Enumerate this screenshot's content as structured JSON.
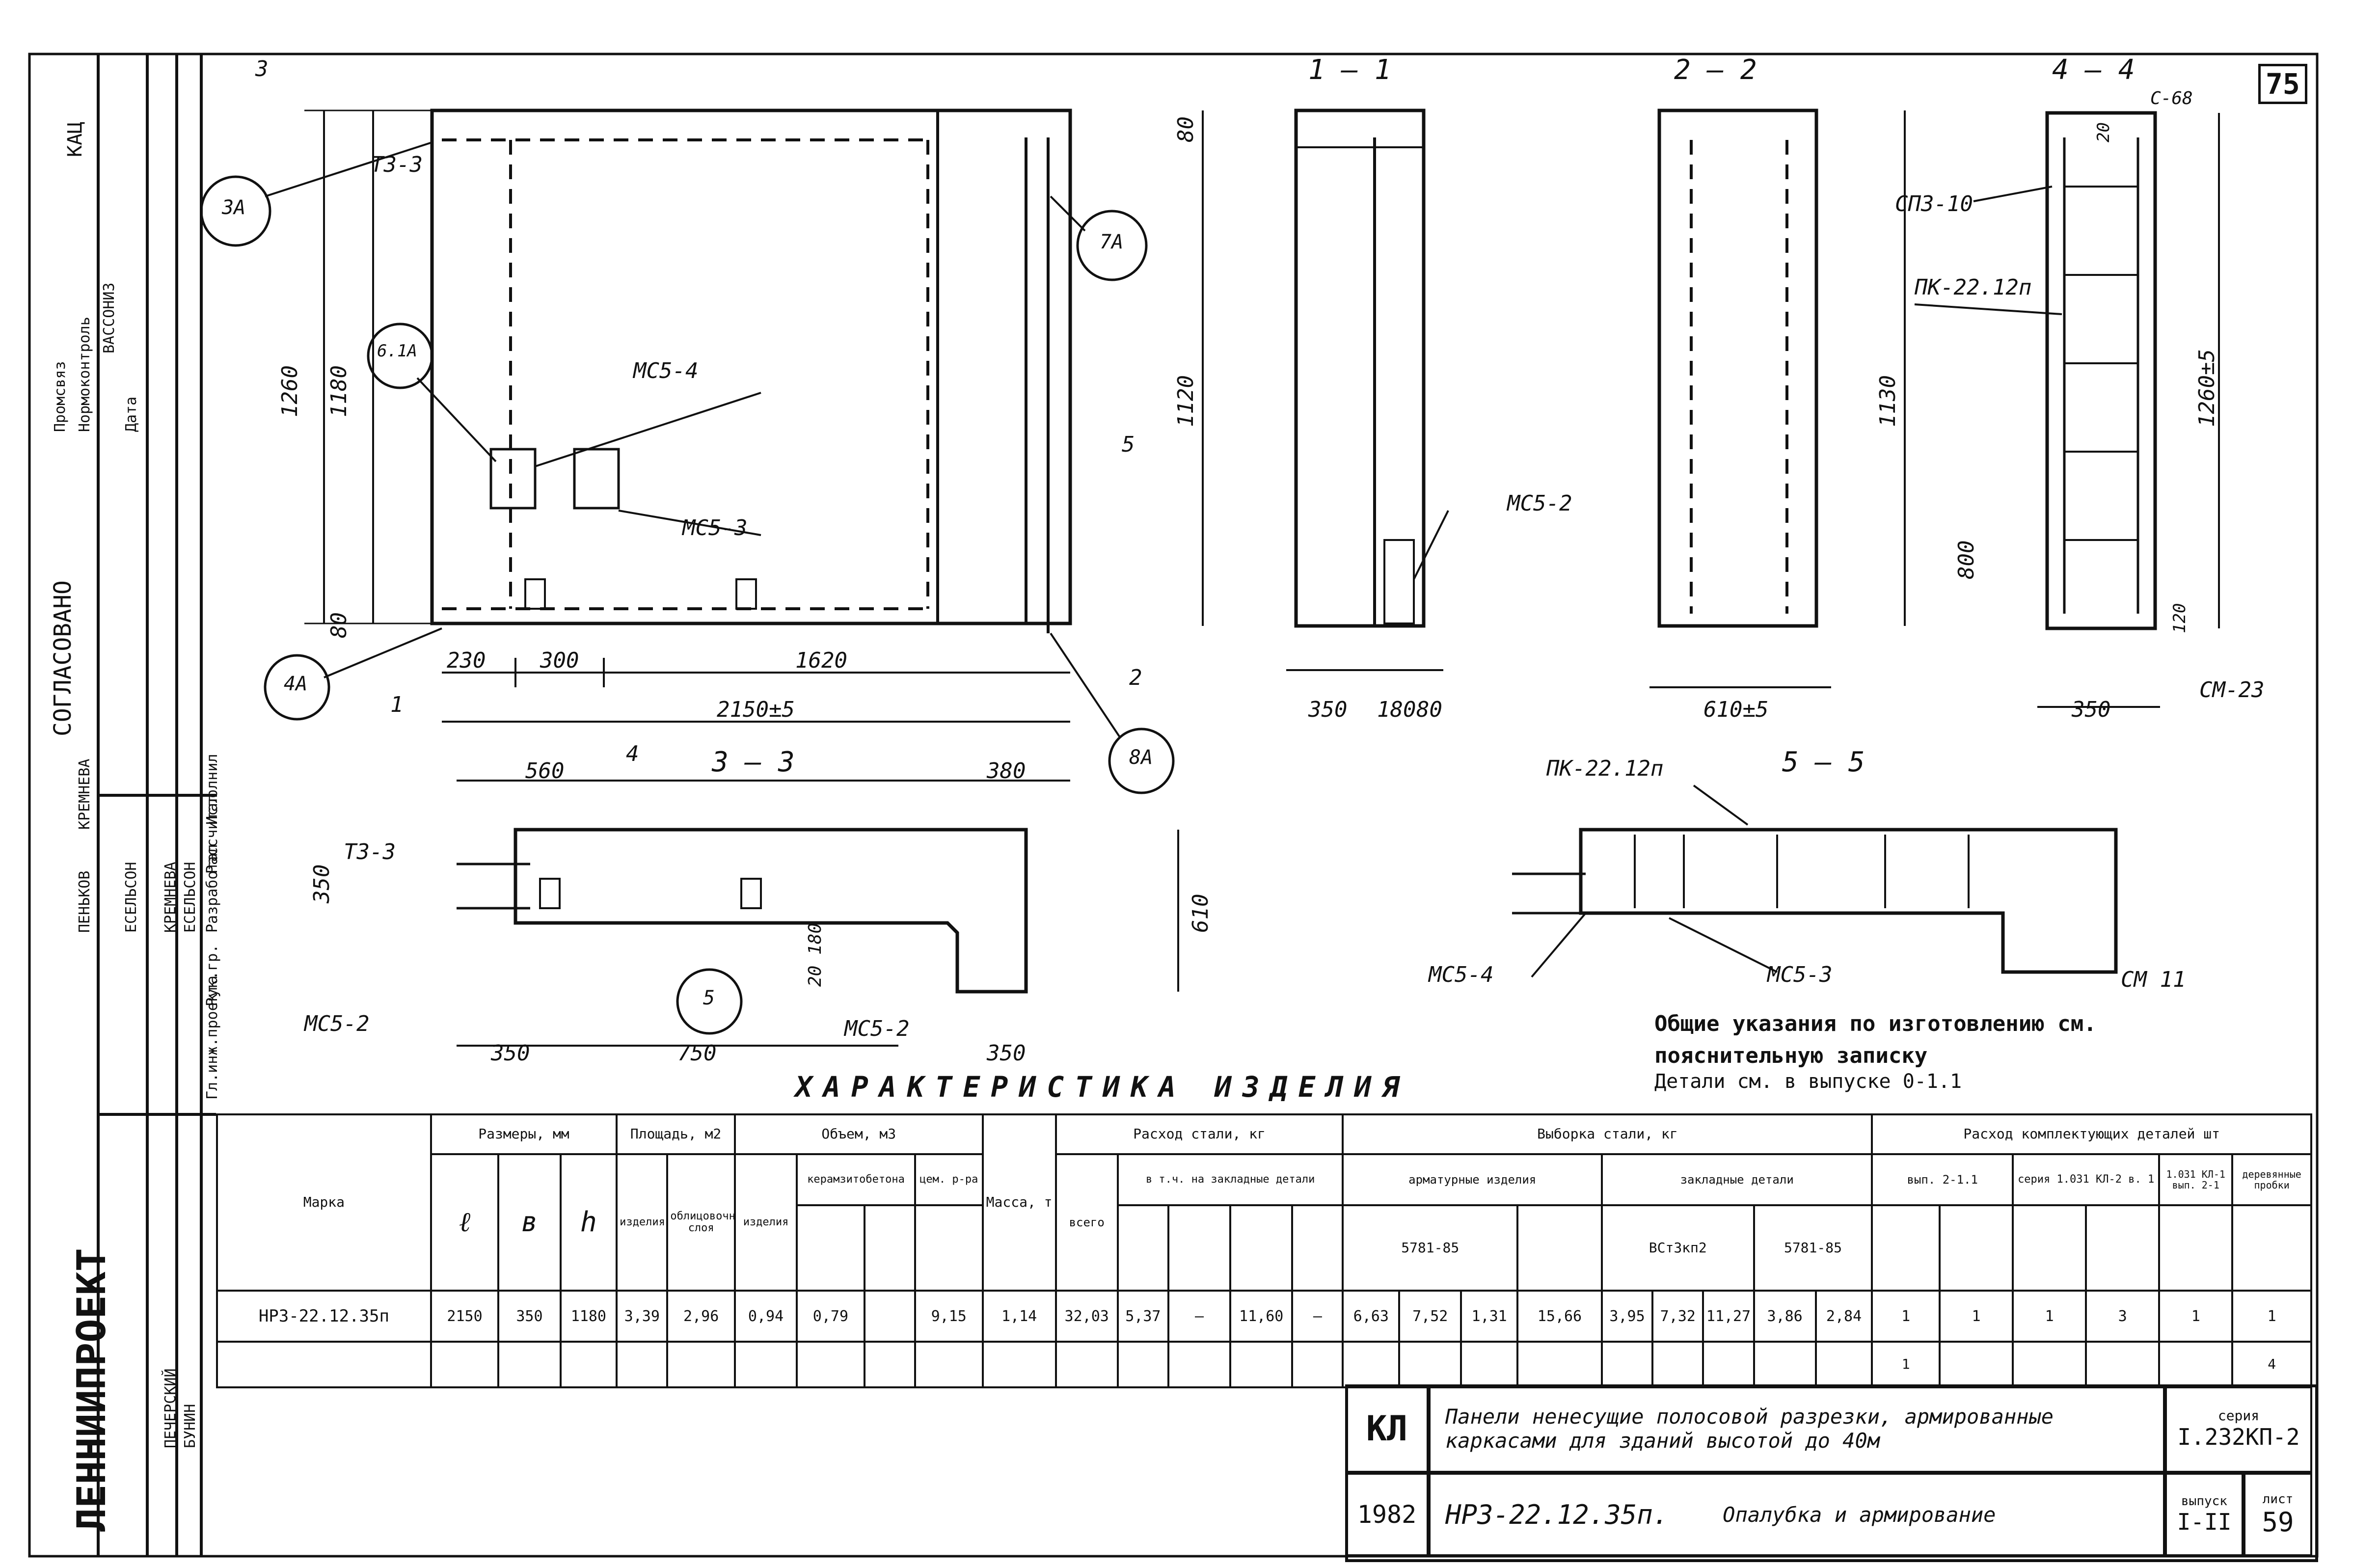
{
  "sheet_number_corner": "75",
  "side_stamp": {
    "org": "ЛЕННИИПРОЕКТ",
    "agreed": "СОГЛАСОВАНО",
    "roles": [
      "Гл.инж.проекта",
      "Рук.гр.",
      "Разработал",
      "Рассчитал",
      "Исполнил"
    ],
    "names": [
      "ПЕНЬКОВ",
      "КРЕМНЕВА",
      "ЕСЕЛЬСОН",
      "КРЕМНЕВА",
      "ЕСЕЛЬСОН",
      "ПЕЧЕРСКИЙ",
      "БУНИН"
    ],
    "extra": [
      "Промсвяз",
      "Нормоконтроль",
      "КАЦ",
      "ВАССОНИЗ",
      "Дата"
    ]
  },
  "sections": {
    "s11": "1 — 1",
    "s22": "2 — 2",
    "s44": "4 — 4",
    "s33": "3 — 3",
    "s55": "5 — 5",
    "cut1": "1",
    "cut2": "2",
    "cut3": "3",
    "cut4": "4",
    "cut5": "5"
  },
  "labels": {
    "t33a": "ТЗ-3",
    "t33b": "ТЗ-3",
    "mc54": "МС5-4",
    "mc53": "МС5-3",
    "mc52a": "МС5-2",
    "mc52b": "МС5-2",
    "mc52c": "МС5-2",
    "mc54b": "МС5-4",
    "mc53b": "МС5-3",
    "sp310": "СПЗ-10",
    "pk2212a": "ПК-22.12п",
    "pk2212b": "ПК-22.12п",
    "sm23": "СМ-23",
    "sm11": "СМ 11",
    "s68": "С-68",
    "call3a": "3А",
    "call61a": "6.1А",
    "call7a": "7А",
    "call4a": "4А",
    "call8a": "8А",
    "call5": "5"
  },
  "dims": {
    "d1260": "1260",
    "d1180": "1180",
    "d80a": "80",
    "d80b": "80",
    "d230": "230",
    "d300": "300",
    "d1620": "1620",
    "d2150": "2150±5",
    "d1120": "1120",
    "d1130": "1130",
    "d350a": "350",
    "d180a": "180",
    "d80c": "80",
    "d610a": "610±5",
    "d1260b": "1260±5",
    "d800": "800",
    "d350b": "350",
    "d20": "20",
    "d560": "560",
    "d380": "380",
    "d350c": "350",
    "d610b": "610",
    "d2080": "20 180",
    "d350d": "350",
    "d750": "750",
    "d350e": "350",
    "d120": "120"
  },
  "notes": {
    "line1": "Общие указания по изготовлению см.",
    "line2": "пояснительную записку",
    "line3": "Детали см. в выпуске 0-1.1"
  },
  "table": {
    "caption": "ХАРАКТЕРИСТИКА  ИЗДЕЛИЯ",
    "h_mark": "Марка",
    "h_sizes": "Размеры, мм",
    "h_l": "ℓ",
    "h_b": "в",
    "h_h": "h",
    "h_area": "Площадь, м2",
    "h_area1": "изделия",
    "h_area2": "облицовочного слоя",
    "h_volume": "Объем, м3",
    "h_vol1": "изделия",
    "h_vol2": "керамзитобетона",
    "h_vol3": "цем. р-ра",
    "h_mass": "Масса, т",
    "h_steel": "Расход стали, кг",
    "h_steel_all": "всего",
    "h_steel_emb": "в т.ч. на закладные детали",
    "h_sel": "Выборка стали, кг",
    "h_sel_arm": "арматурные изделия",
    "h_sel_emb": "закладные детали",
    "h_sel_std1": "5781-85",
    "h_sel_std2": "ВСт3кп2",
    "h_sel_std3": "5781-85",
    "h_comp": "Расход комплектующих деталей  шт",
    "h_comp1": "вып. 2-1.1",
    "h_comp2": "серия 1.031 КЛ-2 в. 1",
    "h_comp3": "1.031 КЛ-1 вып. 2-1",
    "h_comp4": "деревянные пробки",
    "row": {
      "mark": "НРЗ-22.12.35п",
      "l": "2150",
      "b": "350",
      "h": "1180",
      "area1": "3,39",
      "area2": "2,96",
      "vol1": "0,94",
      "vol2": "0,79",
      "vol3": "",
      "vol4": "9,15",
      "mass": "1,14",
      "steel_all": "32,03",
      "steel_a": "5,37",
      "steel_b": "—",
      "steel_c": "11,60",
      "steel_d": "—",
      "s1": "6,63",
      "s2": "7,52",
      "s3": "1,31",
      "s4": "15,66",
      "s5": "3,95",
      "s6": "7,32",
      "s7": "11,27",
      "s8": "3,86",
      "s9": "2,84",
      "c1": "1",
      "c2": "1",
      "c3": "1",
      "c4": "3",
      "c5": "1",
      "c6": "1",
      "c7": "1",
      "c8": "4"
    }
  },
  "title_block": {
    "code": "КЛ",
    "year": "1982",
    "title_line1": "Панели ненесущие полосовой разрезки, армированные",
    "title_line2": "каркасами для зданий высотой до 40м",
    "mark": "НРЗ-22.12.35п.",
    "content": "Опалубка и армирование",
    "series_label": "серия",
    "series": "I.232КП-2",
    "issue_label": "выпуск",
    "issue": "I-II",
    "sheet_label": "лист",
    "sheet": "59"
  }
}
